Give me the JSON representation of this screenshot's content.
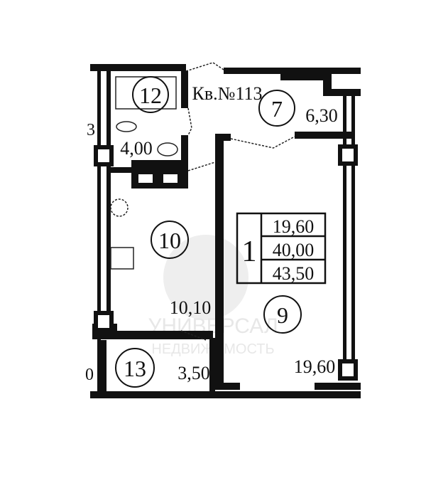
{
  "plan": {
    "apartment_label": "Кв.№113",
    "rooms": [
      {
        "number": "12",
        "area": "4,00"
      },
      {
        "number": "7",
        "area": "6,30"
      },
      {
        "number": "10",
        "area": "10,10"
      },
      {
        "number": "9",
        "area": "19,60"
      },
      {
        "number": "13",
        "area": "3,50"
      }
    ],
    "summary": {
      "rooms_count": "1",
      "living_area": "19,60",
      "total_area": "40,00",
      "total_with_balcony": "43,50"
    },
    "edge_fragments": [
      "3",
      "0"
    ]
  },
  "watermark": {
    "line1": "УНИВЕРСАЛ",
    "line2": "НЕДВИЖИМОСТЬ"
  }
}
